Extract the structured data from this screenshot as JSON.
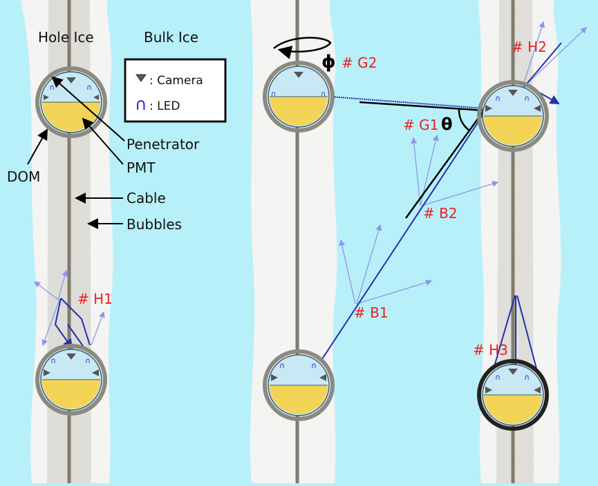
{
  "header": {
    "hole_ice": "Hole Ice",
    "bulk_ice": "Bulk Ice"
  },
  "legend": {
    "camera": ": Camera",
    "led": ": LED",
    "led_symbol": "∩"
  },
  "labels": {
    "penetrator": "Penetrator",
    "pmt": "PMT",
    "dom": "DOM",
    "cable": "Cable",
    "bubbles": "Bubbles"
  },
  "symbols": {
    "phi": "ϕ",
    "theta": "θ"
  },
  "markers": {
    "g2": "# G2",
    "g1": "# G1",
    "h2": "# H2",
    "b2": "# B2",
    "b1": "# B1",
    "h1": "# H1",
    "h3": "# H3"
  },
  "colors": {
    "ice": "#b8f0fa",
    "hole_ice": "#f4f4f2",
    "cable": "#807c6c",
    "dom_upper": "#c8e8f6",
    "pmt": "#f4d456",
    "ray": "#2030b0",
    "scatter": "#8c96ea",
    "marker": "#e82020"
  },
  "icons": [
    "camera-icon",
    "led-icon",
    "rotation-arrow-icon"
  ]
}
